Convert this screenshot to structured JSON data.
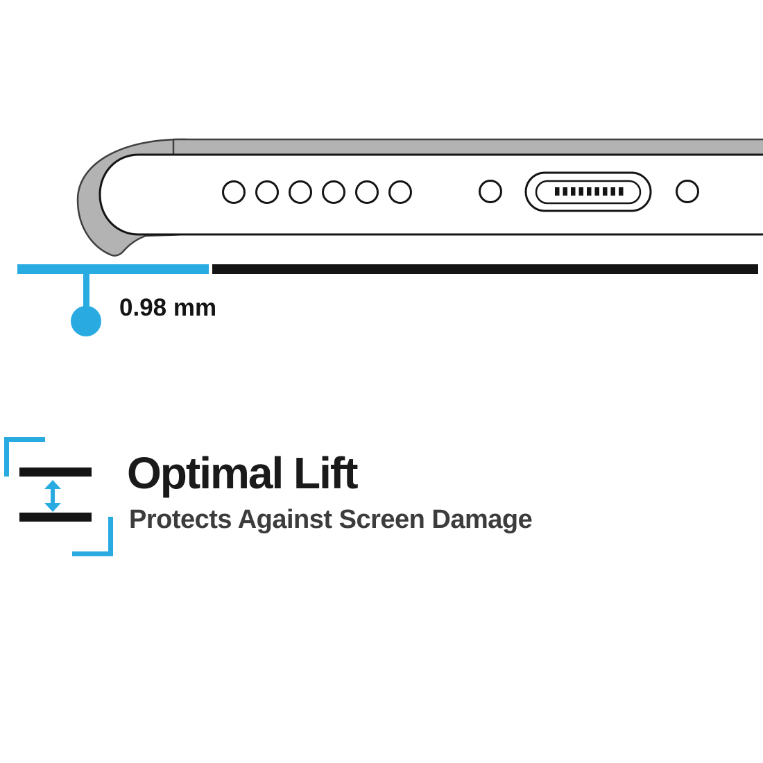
{
  "measurement": {
    "value": "0.98 mm"
  },
  "feature": {
    "title": "Optimal Lift",
    "subtitle": "Protects Against Screen Damage"
  },
  "colors": {
    "accent_cyan": "#29ABE2",
    "ink": "#141414",
    "case_gray": "#b3b3b3",
    "outline_dark": "#3f3f3f"
  },
  "illustration": {
    "label": "phone bottom edge inside raised-lip case",
    "speaker_holes": 6
  }
}
